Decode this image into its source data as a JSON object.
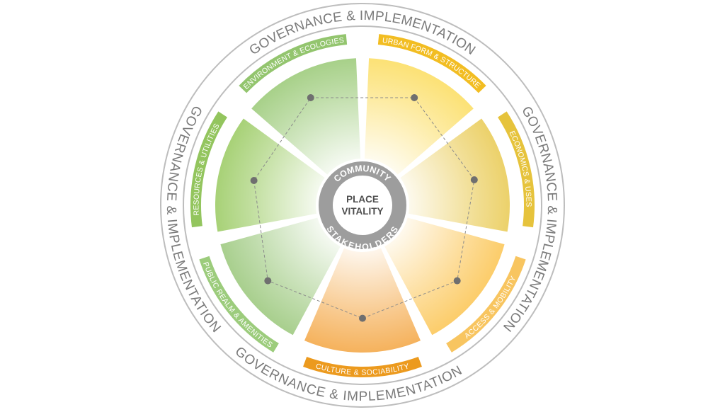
{
  "governance": {
    "label": "GOVERNANCE & IMPLEMENTATION"
  },
  "hub": {
    "top": "COMMUNITY",
    "bottom": "STAKEHOLDERS",
    "center_line1": "PLACE",
    "center_line2": "VITALITY"
  },
  "sectors": [
    {
      "label": "URBAN FORM & STRUCTURE",
      "color": "#f2bd22",
      "fill": "#fbd84a",
      "radar_level": 0.74
    },
    {
      "label": "ECONOMICS & USES",
      "color": "#e6c33c",
      "fill": "#e6c33c",
      "radar_level": 0.71
    },
    {
      "label": "ACCESS & MOBILITY",
      "color": "#f8c560",
      "fill": "#fbbd3c",
      "radar_level": 0.75
    },
    {
      "label": "CULTURE & SOCIABILITY",
      "color": "#ec9a1e",
      "fill": "#f29a2a",
      "radar_level": 0.7
    },
    {
      "label": "PUBLIC REALM & AMENITIES",
      "color": "#9ccc7c",
      "fill": "#8dc06a",
      "radar_level": 0.75
    },
    {
      "label": "RESOURCES & UTILITIES",
      "color": "#93c55e",
      "fill": "#8cc34c",
      "radar_level": 0.69
    },
    {
      "label": "ENVIRONMENT & ECOLOGIES",
      "color": "#93c56e",
      "fill": "#8cc264",
      "radar_level": 0.74
    }
  ],
  "colors": {
    "ring": "#bdbdbd",
    "hub_ring": "#9d9d9d",
    "radar_line": "#8a8a8a",
    "radar_point": "#6f6f6f"
  }
}
